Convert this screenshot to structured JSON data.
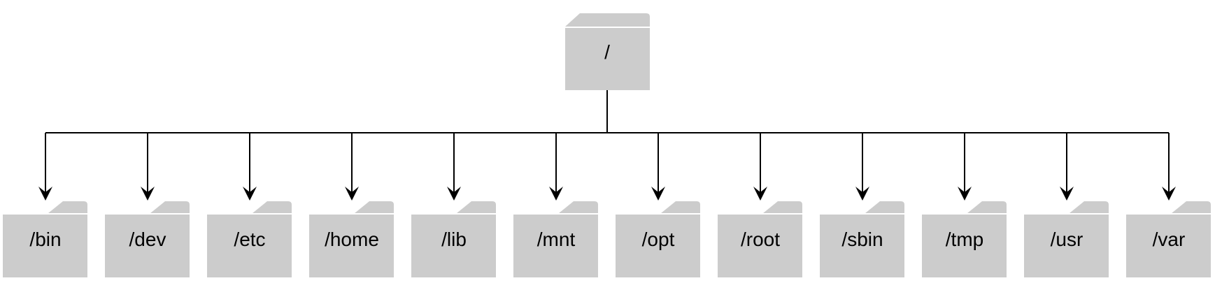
{
  "diagram": {
    "root": {
      "label": "/",
      "icon": "folder-icon"
    },
    "children": [
      {
        "label": "/bin",
        "icon": "folder-icon"
      },
      {
        "label": "/dev",
        "icon": "folder-icon"
      },
      {
        "label": "/etc",
        "icon": "folder-icon"
      },
      {
        "label": "/home",
        "icon": "folder-icon"
      },
      {
        "label": "/lib",
        "icon": "folder-icon"
      },
      {
        "label": "/mnt",
        "icon": "folder-icon"
      },
      {
        "label": "/opt",
        "icon": "folder-icon"
      },
      {
        "label": "/root",
        "icon": "folder-icon"
      },
      {
        "label": "/sbin",
        "icon": "folder-icon"
      },
      {
        "label": "/tmp",
        "icon": "folder-icon"
      },
      {
        "label": "/usr",
        "icon": "folder-icon"
      },
      {
        "label": "/var",
        "icon": "folder-icon"
      }
    ],
    "colors": {
      "folder": "#cccccc",
      "line": "#000000",
      "text": "#000000"
    }
  }
}
